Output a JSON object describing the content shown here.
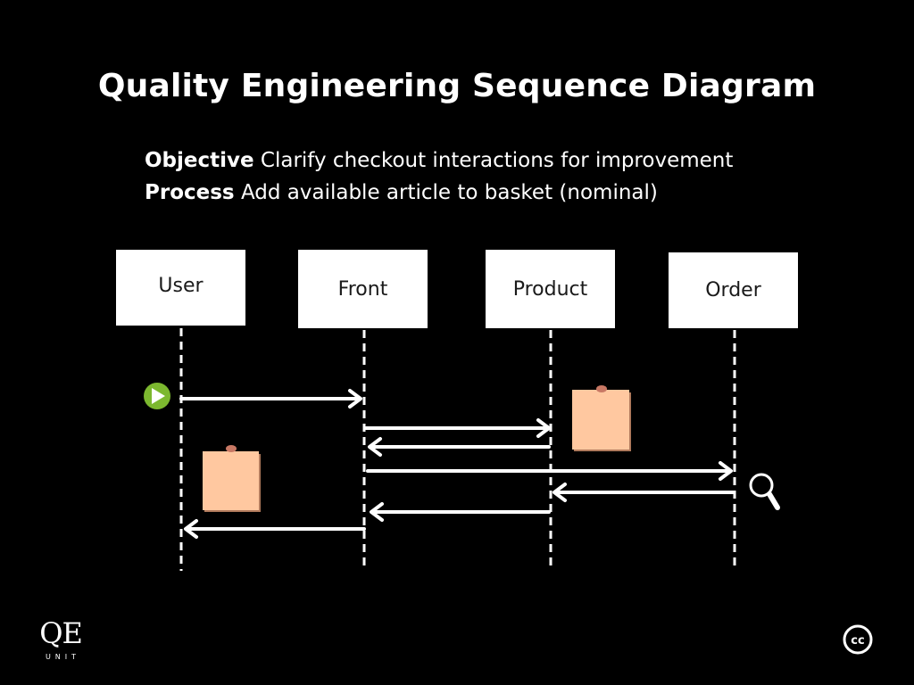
{
  "title": "Quality Engineering Sequence Diagram",
  "objective": {
    "label": "Objective",
    "text": "Clarify checkout interactions for improvement"
  },
  "process": {
    "label": "Process",
    "text": "Add available article to basket (nominal)"
  },
  "lifelines": {
    "user": "User",
    "front": "Front",
    "product": "Product",
    "order": "Order"
  },
  "messages": [
    {
      "from": "User",
      "to": "Front"
    },
    {
      "from": "Front",
      "to": "Product"
    },
    {
      "from": "Product",
      "to": "Front"
    },
    {
      "from": "Front",
      "to": "Order"
    },
    {
      "from": "Order",
      "to": "Product"
    },
    {
      "from": "Product",
      "to": "Front"
    },
    {
      "from": "Front",
      "to": "User"
    }
  ],
  "icons": {
    "start": "play-icon",
    "inspect": "magnifier-icon",
    "note": "sticky-note-icon",
    "license": "creative-commons-icon"
  },
  "colors": {
    "background": "#000000",
    "foreground": "#ffffff",
    "note": "#ffc8a0",
    "note_pin": "#c87864",
    "start": "#7cb82f"
  },
  "logo": {
    "main": "QE",
    "sub": "UNIT"
  }
}
